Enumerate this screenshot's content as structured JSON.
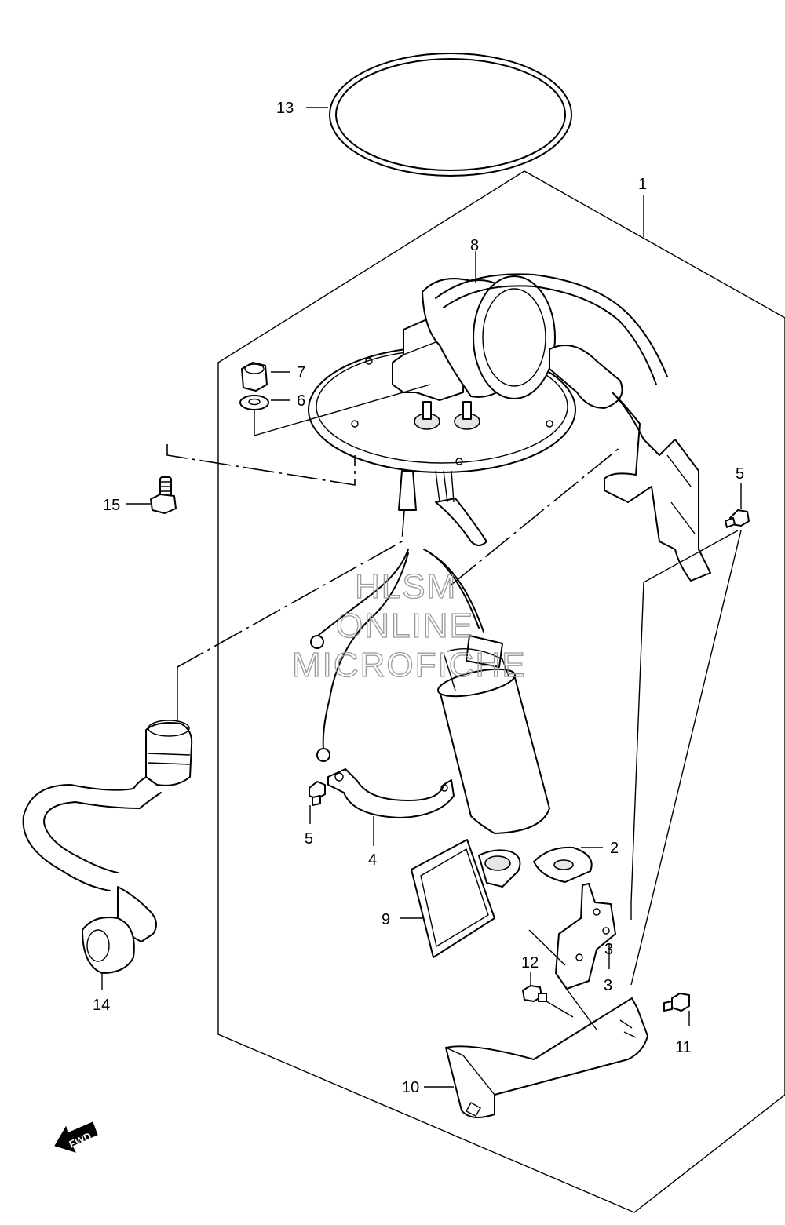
{
  "callouts": {
    "c1": "1",
    "c2": "2",
    "c3a": "3",
    "c3b": "3",
    "c4": "4",
    "c5a": "5",
    "c5b": "5",
    "c6": "6",
    "c7": "7",
    "c8": "8",
    "c9": "9",
    "c10": "10",
    "c11": "11",
    "c12": "12",
    "c13": "13",
    "c14": "14",
    "c15": "15"
  },
  "watermark": {
    "line1": "HLSM",
    "line2": "ONLINE",
    "line3": "MICROFICHE"
  },
  "fwd_badge": {
    "label": "FWD"
  },
  "colors": {
    "ink": "#000000",
    "paper": "#ffffff",
    "watermark": "#9a9a9a"
  }
}
